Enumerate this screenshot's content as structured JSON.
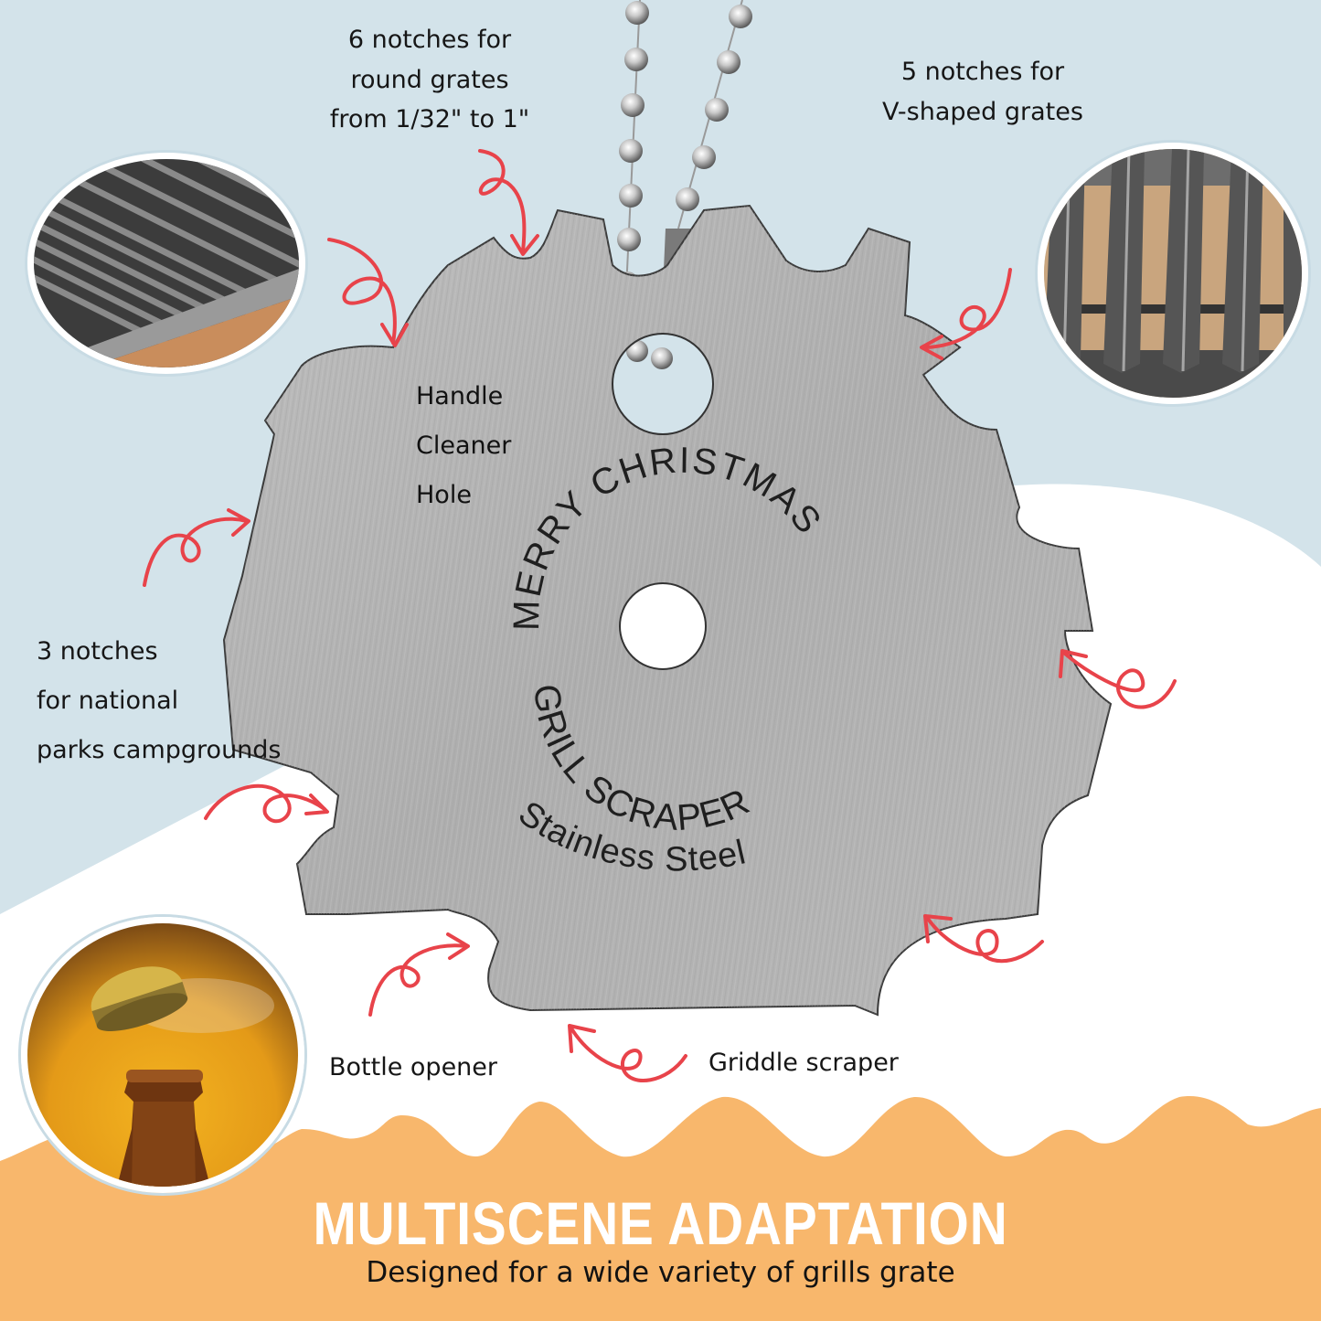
{
  "colors": {
    "background_blue": "#d3e3ea",
    "background_white": "#ffffff",
    "footer_orange": "#f8b76c",
    "arrow_red": "#e8434a",
    "steel": "#b4b4b4",
    "text_dark": "#161616"
  },
  "callouts": {
    "round_grates": [
      "6 notches for",
      "round grates",
      "from 1/32\" to 1\""
    ],
    "v_grates": [
      "5 notches for",
      "V-shaped grates"
    ],
    "national_parks": [
      "3 notches",
      "for national",
      "parks campgrounds"
    ],
    "bottle_opener": "Bottle opener",
    "griddle_scraper": "Griddle scraper"
  },
  "scraper": {
    "hole_label": [
      "Handle",
      "Cleaner",
      "Hole"
    ],
    "engraving_top": "MERRY CHRISTMAS",
    "engraving_middle": "GRILL SCRAPER",
    "engraving_bottom": "Stainless Steel"
  },
  "images": {
    "round_grate": "round-grate-photo",
    "v_grate": "v-shaped-grate-photo",
    "bottle": "beer-bottle-opening-photo"
  },
  "footer": {
    "title": "MULTISCENE ADAPTATION",
    "subtitle": "Designed for a wide variety of grills grate"
  }
}
